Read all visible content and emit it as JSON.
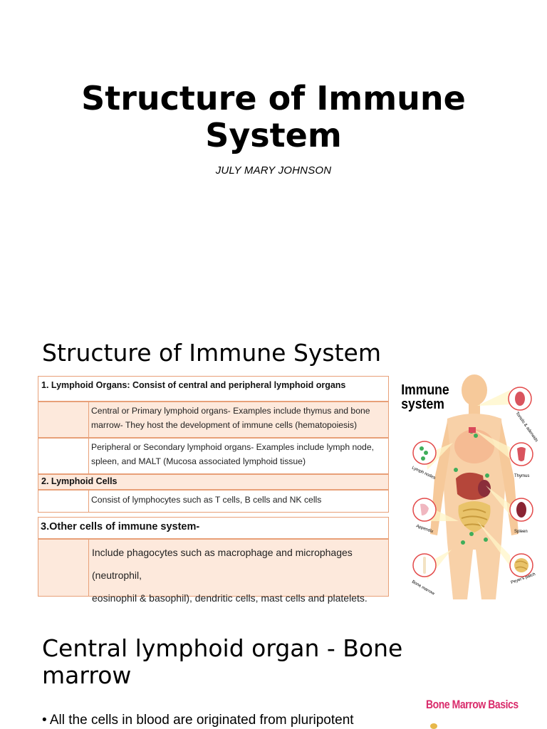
{
  "title_slide": {
    "title_line1": "Structure of Immune",
    "title_line2": "System",
    "author": "JULY MARY JOHNSON"
  },
  "slide2": {
    "heading": "Structure of Immune System",
    "table": {
      "section1": "1. Lymphoid Organs: Consist of central and peripheral lymphoid organs",
      "central_line1": "Central or Primary lymphoid organs- Examples include thymus  and bone",
      "central_line2": "marrow- They host the development of immune cells (hematopoiesis)",
      "peripheral_line1": "Peripheral or Secondary lymphoid organs- Examples include lymph node,",
      "peripheral_line2": "spleen, and    MALT (Mucosa associated lymphoid tissue)",
      "section2": "2. Lymphoid Cells",
      "cells_text": "Consist of lymphocytes such as T cells, B cells and NK cells",
      "section3": "3.Other cells of immune system-",
      "other_line1": "Include phagocytes such as macrophage and microphages (neutrophil,",
      "other_line2": "eosinophil & basophil), dendritic cells, mast cells and platelets."
    },
    "figure": {
      "title_line1": "Immune",
      "title_line2": "system",
      "labels": {
        "tonsils": "Tonsils & adenoids",
        "lymph": "Lymph nodes",
        "thymus": "Thymus",
        "appendix": "Appendix",
        "spleen": "Spleen",
        "bone": "Bone marrow",
        "peyers": "Peyer's patch"
      }
    }
  },
  "slide3": {
    "heading_line1": "Central lymphoid organ - Bone",
    "heading_line2": "marrow",
    "bullet": "• All the cells in blood are originated from pluripotent",
    "image_label": "Bone Marrow Basics"
  }
}
